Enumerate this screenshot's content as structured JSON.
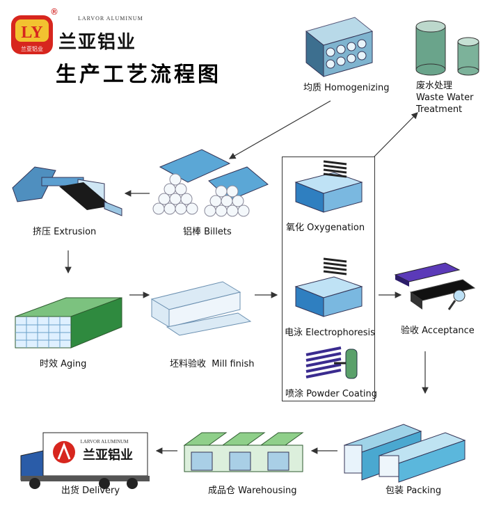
{
  "header": {
    "logo_text": "LY",
    "logo_sub": "兰亚铝业",
    "registered": "®",
    "brand_en": "LARVOR ALUMINUM",
    "brand_cn": "兰亚铝业",
    "title": "生产工艺流程图"
  },
  "steps": {
    "homogenizing": "均质 Homogenizing",
    "waste_water": "废水处理\nWaste Water\nTreatment",
    "billets": "铝棒 Billets",
    "extrusion": "挤压 Extrusion",
    "oxygenation": "氧化 Oxygenation",
    "aging": "时效 Aging",
    "mill_finish": "坯料验收  Mill finish",
    "electrophoresis": "电泳 Electrophoresis",
    "acceptance": "验收 Acceptance",
    "powder_coating": "喷涂 Powder Coating",
    "delivery": "出货 Delivery",
    "warehousing": "成品仓 Warehousing",
    "packing": "包装 Packing"
  },
  "truck": {
    "brand_en": "LARVOR ALUMINUM",
    "brand_cn": "兰亚铝业"
  },
  "colors": {
    "logo_red": "#d7261e",
    "logo_gold": "#f2c230",
    "profile_blue": "#4aa3dc",
    "aging_green": "#3f9a52",
    "roof_green": "#4f9e4d",
    "acceptance_purple": "#4b2c9e"
  }
}
